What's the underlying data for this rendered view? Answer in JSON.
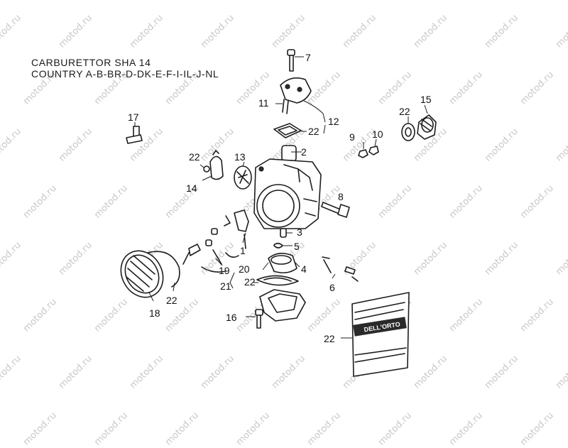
{
  "title": {
    "line1": "CARBURETTOR SHA 14",
    "line2": "COUNTRY A-B-BR-D-DK-E-F-I-IL-J-NL"
  },
  "watermark": "motod.ru",
  "callouts": [
    "7",
    "11",
    "12",
    "22",
    "17",
    "2",
    "9",
    "10",
    "22",
    "15",
    "22",
    "13",
    "14",
    "8",
    "3",
    "5",
    "1",
    "4",
    "19",
    "20",
    "21",
    "22",
    "6",
    "18",
    "22",
    "16",
    "22"
  ],
  "package_label": "DELL'ORTO"
}
